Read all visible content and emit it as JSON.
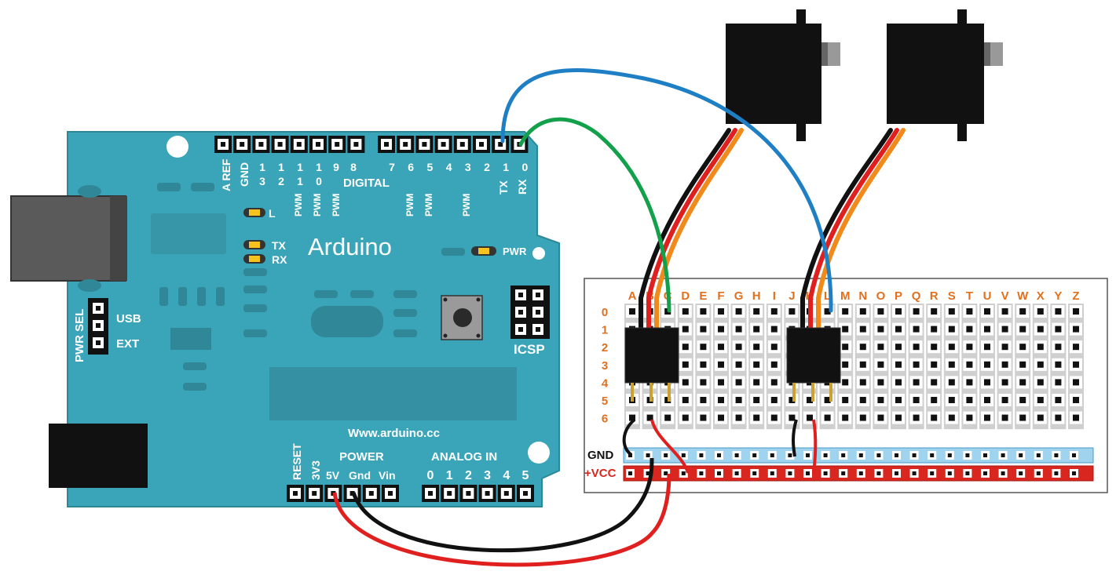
{
  "board": {
    "logo": "Arduino",
    "url": "Www.arduino.cc",
    "digital_label": "DIGITAL",
    "icsp_label": "ICSP",
    "power_label": "POWER",
    "analog_label": "ANALOG IN",
    "pwr_sel_label": "PWR SEL",
    "usb_label": "USB",
    "ext_label": "EXT",
    "led_l": "L",
    "led_tx": "TX",
    "led_rx": "RX",
    "led_pwr": "PWR",
    "aref": "A REF",
    "gnd_top": "GND",
    "digital_pins_left": [
      "1\n3",
      "1\n2",
      "1\n1",
      "1\n0",
      "9",
      "8"
    ],
    "digital_pins_right": [
      "7",
      "6",
      "5",
      "4",
      "3",
      "2",
      "1",
      "0"
    ],
    "pwm_label": "PWM",
    "tx_pin": "TX",
    "rx_pin": "RX",
    "reset": "RESET",
    "v33": "3V3",
    "v5": "5V",
    "gnd": "Gnd",
    "vin": "Vin",
    "analog_pins": [
      "0",
      "1",
      "2",
      "3",
      "4",
      "5"
    ]
  },
  "breadboard": {
    "columns": [
      "A",
      "B",
      "C",
      "D",
      "E",
      "F",
      "G",
      "H",
      "I",
      "J",
      "K",
      "L",
      "M",
      "N",
      "O",
      "P",
      "Q",
      "R",
      "S",
      "T",
      "U",
      "V",
      "W",
      "X",
      "Y",
      "Z"
    ],
    "rows": [
      "0",
      "1",
      "2",
      "3",
      "4",
      "5",
      "6"
    ],
    "gnd_label": "GND",
    "vcc_label": "+VCC"
  },
  "colors": {
    "board": "#3aa5b8",
    "board_dark": "#2f8797",
    "wire_blue": "#1f7fc4",
    "wire_green": "#13a04a",
    "wire_red": "#e0201f",
    "wire_black": "#111111",
    "wire_orange": "#f08a1a",
    "gnd_rail": "#9fd3ee",
    "vcc_rail": "#d9271f"
  }
}
